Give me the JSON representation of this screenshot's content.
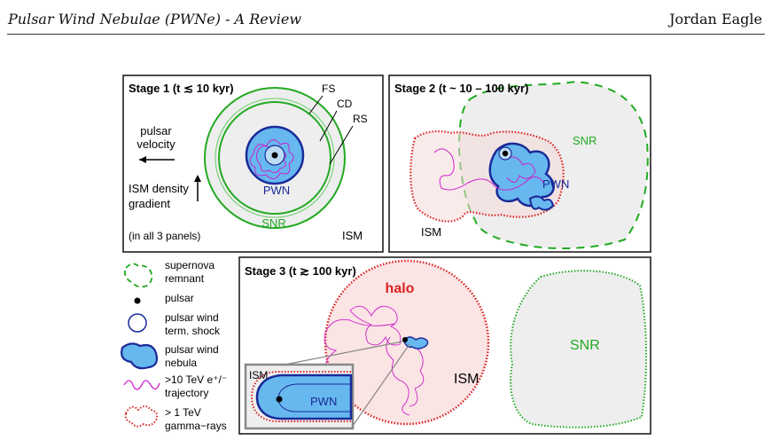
{
  "header": {
    "title": "Pulsar Wind Nebulae (PWNe) - A Review",
    "author": "Jordan Eagle"
  },
  "panel1": {
    "title": "Stage 1 (t ≲ 10 kyr)",
    "fs": "FS",
    "cd": "CD",
    "rs": "RS",
    "velocity1": "pulsar",
    "velocity2": "velocity",
    "density1": "ISM density",
    "density2": "gradient",
    "note": "(in all 3 panels)",
    "pwn": "PWN",
    "snr": "SNR",
    "ism": "ISM"
  },
  "panel2": {
    "title": "Stage 2 (t ~ 10 – 100 kyr)",
    "snr": "SNR",
    "pwn": "PWN",
    "ism": "ISM"
  },
  "panel3": {
    "title": "Stage 3 (t ≳ 100 kyr)",
    "halo": "halo",
    "ism": "ISM",
    "snr": "SNR",
    "inset_ism": "ISM",
    "inset_pwn": "PWN"
  },
  "legend": {
    "snr1": "supernova",
    "snr2": "remnant",
    "pulsar": "pulsar",
    "shock1": "pulsar wind",
    "shock2": "term. shock",
    "pwn1": "pulsar wind",
    "pwn2": "nebula",
    "traj1": ">10 TeV e⁺/⁻",
    "traj2": "trajectory",
    "gamma1": "> 1 TeV",
    "gamma2": "gamma−rays"
  },
  "colors": {
    "snr_green": "#22aa22",
    "pwn_blue": "#66b8ee",
    "pwn_edge": "#1a2a99",
    "trajectory": "#cc22cc",
    "gamma_red": "#dd2222",
    "halo_fill": "#fbe4e4",
    "grey_fill": "#eeeeee"
  }
}
